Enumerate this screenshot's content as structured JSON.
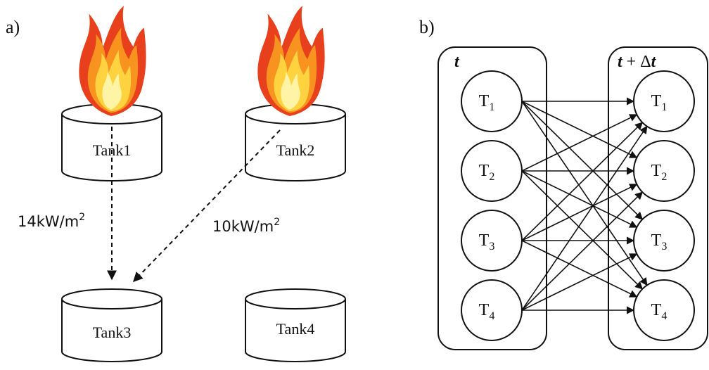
{
  "panel_a": {
    "label": "a)",
    "tanks": [
      {
        "name": "Tank1",
        "on_fire": true
      },
      {
        "name": "Tank2",
        "on_fire": true
      },
      {
        "name": "Tank3",
        "on_fire": false
      },
      {
        "name": "Tank4",
        "on_fire": false
      }
    ],
    "heat_flux": [
      {
        "from": "Tank1",
        "to": "Tank3",
        "value": "14kW/m",
        "exponent": "2"
      },
      {
        "from": "Tank2",
        "to": "Tank3",
        "value": "10kW/m",
        "exponent": "2"
      }
    ]
  },
  "panel_b": {
    "label": "b)",
    "left_box": {
      "title": "t"
    },
    "right_box": {
      "title_main": "t",
      "title_op": " + Δ",
      "title_tail": "t"
    },
    "nodes": [
      {
        "letter": "T",
        "sub": "1"
      },
      {
        "letter": "T",
        "sub": "2"
      },
      {
        "letter": "T",
        "sub": "3"
      },
      {
        "letter": "T",
        "sub": "4"
      }
    ]
  },
  "colors": {
    "stroke": "#111111",
    "flame_outer": "#e8401c",
    "flame_mid": "#f7931e",
    "flame_inner": "#ffd23f",
    "flame_core": "#fff3a6"
  }
}
